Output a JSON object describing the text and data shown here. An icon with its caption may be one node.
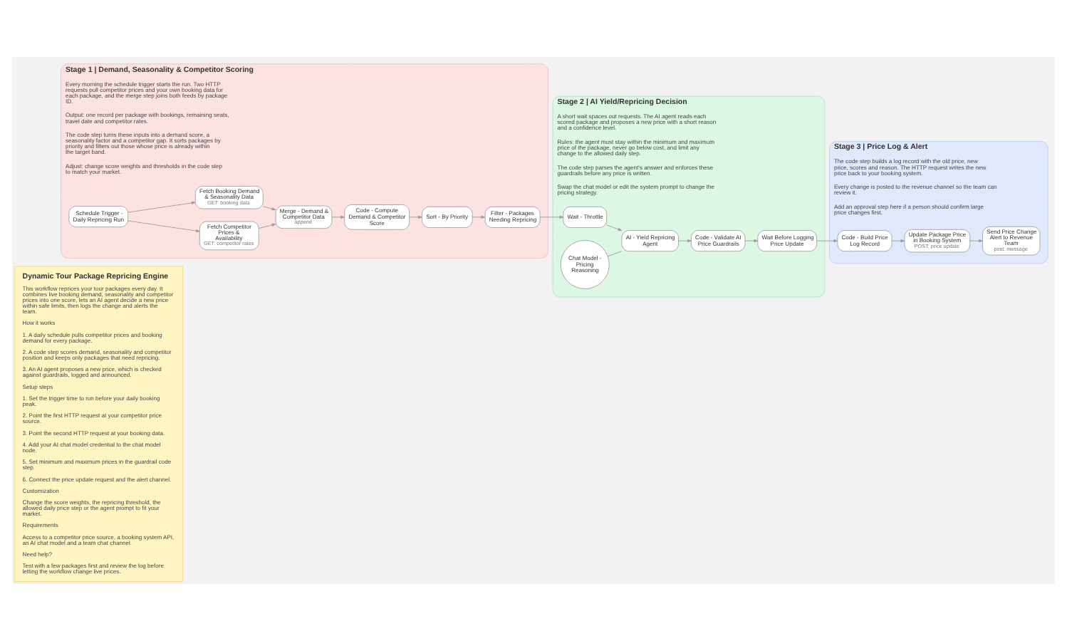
{
  "diagram": {
    "nodes": [
      {
        "text": [
          "Dynamic Tour Package Repricing Engine",
          "This workflow reprices your tour packages every day. It combines live booking demand, seasonality and competitor prices into one score, lets an AI agent decide a new price within safe limits, then logs the change and alerts the team.",
          "How it works",
          "1. A daily schedule pulls competitor prices and booking demand for every package.",
          "2. A code step scores demand, seasonality and competitor position and keeps only packages that need repricing.",
          "3. An AI agent proposes a new price, which is checked against guardrails, logged and announced.",
          "Setup steps",
          "1. Set the trigger time to run before your daily booking peak.",
          "2. Point the first HTTP request at your competitor price source.",
          "3. Point the second HTTP request at your booking data.",
          "4. Add your AI chat model credential to the chat model node.",
          "5. Set minimum and maximum prices in the guardrail code step.",
          "6. Connect the price update request and the alert channel.",
          "Customization",
          "Change the score weights, the repricing threshold, the allowed daily price step or the agent prompt to fit your market.",
          "Requirements",
          "Access to a competitor price source, a booking system API, an AI chat model and a team chat channel.",
          "Need help?",
          "Test with a few packages first and review the log before letting the workflow change live prices."
        ]
      },
      {
        "text": [
          "Stage 1 | Demand, Seasonality & Competitor Scoring",
          "Every morning the schedule trigger starts the run. Two HTTP requests pull competitor prices and your own booking data for each package, and the merge step joins both feeds by package ID.",
          "Output: one record per package with bookings, remaining seats, travel date and competitor rates.",
          "The code step turns these inputs into a demand score, a seasonality factor and a competitor gap. It sorts packages by priority and filters out those whose price is already within the target band.",
          "Adjust: change score weights and thresholds in the code step to match your market."
        ]
      },
      {
        "text": [
          "Schedule Trigger - Daily Repricing Run"
        ],
        "in": 1
      },
      {
        "text": [
          "Fetch Competitor Prices & Availability",
          "GET: competitor rates"
        ],
        "in": 1
      },
      {
        "text": [
          "Fetch Booking Demand & Seasonality Data",
          "GET: booking data"
        ],
        "in": 1
      },
      {
        "text": [
          "Merge - Demand & Competitor Data",
          "append"
        ],
        "in": 1
      },
      {
        "text": [
          "Code - Compute Demand & Competitor Score"
        ],
        "in": 1
      },
      {
        "text": [
          "Sort - By Priority"
        ],
        "in": 1
      },
      {
        "text": [
          "Filter - Packages Needing Repricing"
        ],
        "in": 1
      },
      {
        "text": [
          "Stage 2 | AI Yield/Repricing Decision",
          "A short wait spaces out requests. The AI agent reads each scored package and proposes a new price with a short reason and a confidence level.",
          "Rules: the agent must stay within the minimum and maximum price of the package, never go below cost, and limit any change to the allowed daily step.",
          "The code step parses the agent's answer and enforces these guardrails before any price is written.",
          "Swap the chat model or edit the system prompt to change the pricing strategy."
        ]
      },
      {
        "text": [
          "Wait - Throttle"
        ],
        "in": 9
      },
      {
        "text": [
          "AI - Yield Repricing Agent"
        ],
        "in": 9
      },
      {
        "text": [
          "Chat Model - Pricing Reasoning"
        ],
        "in": 9
      },
      {
        "text": [
          "Code - Validate AI Price Guardrails"
        ],
        "in": 9
      },
      {
        "text": [
          "Wait Before Logging Price Update"
        ],
        "in": 9
      },
      {
        "text": [
          "Stage 3 | Price Log & Alert",
          "The code step builds a log record with the old price, new price, scores and reason. The HTTP request writes the new price back to your booking system.",
          "Every change is posted to the revenue channel so the team can review it.",
          "Add an approval step here if a person should confirm large price changes first."
        ]
      },
      {
        "text": [
          "Code - Build Price Log Record"
        ],
        "in": 15
      },
      {
        "text": [
          "Update Package Price in Booking System",
          "POST: price update"
        ],
        "in": 15
      },
      {
        "text": [
          "Send Price Change Alert to Revenue Team",
          "post: message"
        ],
        "in": 15
      }
    ],
    "edges": [
      {
        "from": 2,
        "to": 3,
        "arrow": "to"
      },
      {
        "from": 2,
        "to": 4,
        "arrow": "to"
      },
      {
        "from": 3,
        "to": 5,
        "arrow": "to"
      },
      {
        "from": 4,
        "to": 5,
        "arrow": "to"
      },
      {
        "from": 5,
        "to": 6,
        "arrow": "to"
      },
      {
        "from": 6,
        "to": 7,
        "arrow": "to"
      },
      {
        "from": 7,
        "to": 8,
        "arrow": "to"
      },
      {
        "from": 8,
        "to": 10,
        "arrow": "to"
      },
      {
        "from": 10,
        "to": 11,
        "arrow": "to"
      },
      {
        "from": 12,
        "to": 11,
        "arrow": "none"
      },
      {
        "from": 11,
        "to": 13,
        "arrow": "to"
      },
      {
        "from": 13,
        "to": 14,
        "arrow": "to"
      },
      {
        "from": 14,
        "to": 16,
        "arrow": "to"
      },
      {
        "from": 16,
        "to": 17,
        "arrow": "to"
      },
      {
        "from": 17,
        "to": 18,
        "arrow": "to"
      }
    ]
  }
}
